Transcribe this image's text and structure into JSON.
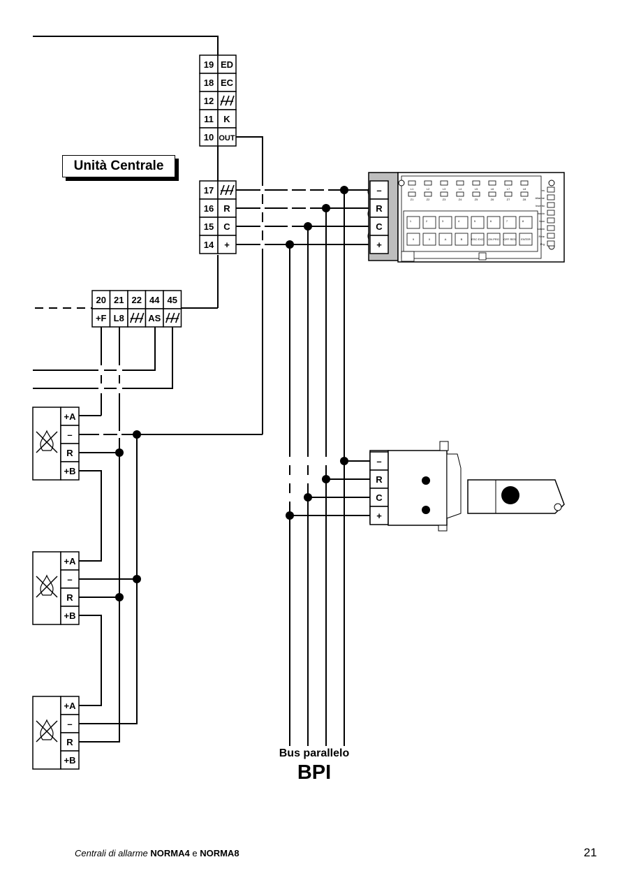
{
  "unit_label": "Unità Centrale",
  "terminal_blocks": {
    "top": [
      {
        "num": "19",
        "label": "ED"
      },
      {
        "num": "18",
        "label": "EC"
      },
      {
        "num": "12",
        "label": "ground-symbol"
      },
      {
        "num": "11",
        "label": "K"
      },
      {
        "num": "10",
        "label": "OUT"
      }
    ],
    "bus": [
      {
        "num": "17",
        "label": "ground-symbol"
      },
      {
        "num": "16",
        "label": "R"
      },
      {
        "num": "15",
        "label": "C"
      },
      {
        "num": "14",
        "label": "+"
      }
    ],
    "bottom_nums": [
      "20",
      "21",
      "22",
      "44",
      "45"
    ],
    "bottom_labels": [
      "+F",
      "L8",
      "ground-symbol",
      "AS",
      "ground-symbol"
    ]
  },
  "keypad": {
    "terminals": [
      "–",
      "R",
      "C",
      "+"
    ],
    "led_labels": [
      "L1",
      "L2",
      "L3",
      "L4",
      "L5",
      "L6",
      "L7",
      "L8"
    ],
    "zone_labels": [
      "Z1",
      "Z2",
      "Z3",
      "Z4",
      "Z5",
      "Z6",
      "Z7",
      "Z8"
    ],
    "status_labels": [
      "Ins",
      "Allarme",
      "Inserito",
      "Ritardo",
      "Man",
      "Guasto",
      "Rete",
      "Prg"
    ],
    "keys_row1": [
      "1",
      "2",
      "3",
      "4",
      "5",
      "6",
      "7",
      "8"
    ],
    "keys_row2": [
      "9",
      "0",
      "A",
      "B",
      "ESC EXC",
      "ON PRG",
      "OFF RES",
      "ENTER"
    ]
  },
  "reader": {
    "terminals": [
      "–",
      "R",
      "C",
      "+"
    ]
  },
  "detectors": [
    {
      "terminals": [
        "+A",
        "–",
        "R",
        "+B"
      ]
    },
    {
      "terminals": [
        "+A",
        "–",
        "R",
        "+B"
      ]
    },
    {
      "terminals": [
        "+A",
        "–",
        "R",
        "+B"
      ]
    }
  ],
  "bus": {
    "caption": "Bus parallelo",
    "name": "BPI"
  },
  "footer": {
    "prefix": "Centrali di allarme",
    "model1": "NORMA4",
    "conj": "e",
    "model2": "NORMA8",
    "page": "21"
  }
}
